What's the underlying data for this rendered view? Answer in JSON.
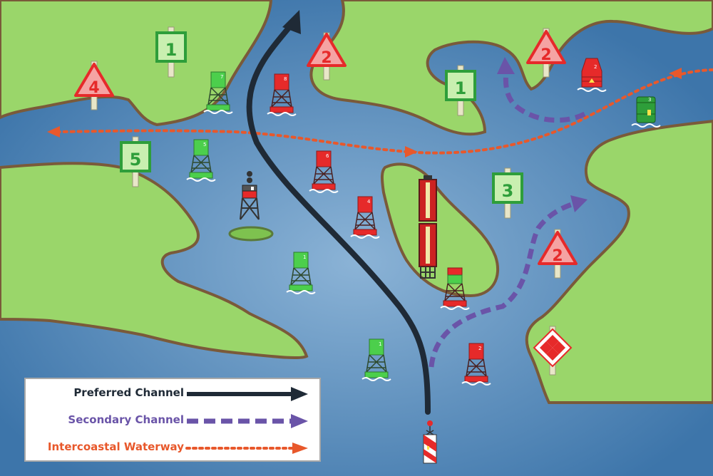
{
  "colors": {
    "water": "#4a7fb0",
    "land": "#9ad66a",
    "shore": "#7a5a3a",
    "red_mark": "#e62a2a",
    "green_mark": "#2e9e3a",
    "preferred": "#1f2a36",
    "secondary": "#6a54a8",
    "intercoastal": "#e8582b"
  },
  "signs": {
    "g1_left": "1",
    "r2_top": "2",
    "r4_left": "4",
    "g5_left": "5",
    "g1_right": "1",
    "r2_right": "2",
    "g3_right": "3",
    "r2_lower": "2"
  },
  "buoys": {
    "g7": "7",
    "r8": "8",
    "g5": "5",
    "r6": "6",
    "r4": "4",
    "g1_mid": "1",
    "g1_low": "1",
    "r2_low": "2",
    "r2_can": "2",
    "g3_can": "3"
  },
  "legend": {
    "preferred": "Preferred Channel",
    "secondary": "Secondary Channel",
    "intercoastal": "Intercoastal Waterway"
  }
}
